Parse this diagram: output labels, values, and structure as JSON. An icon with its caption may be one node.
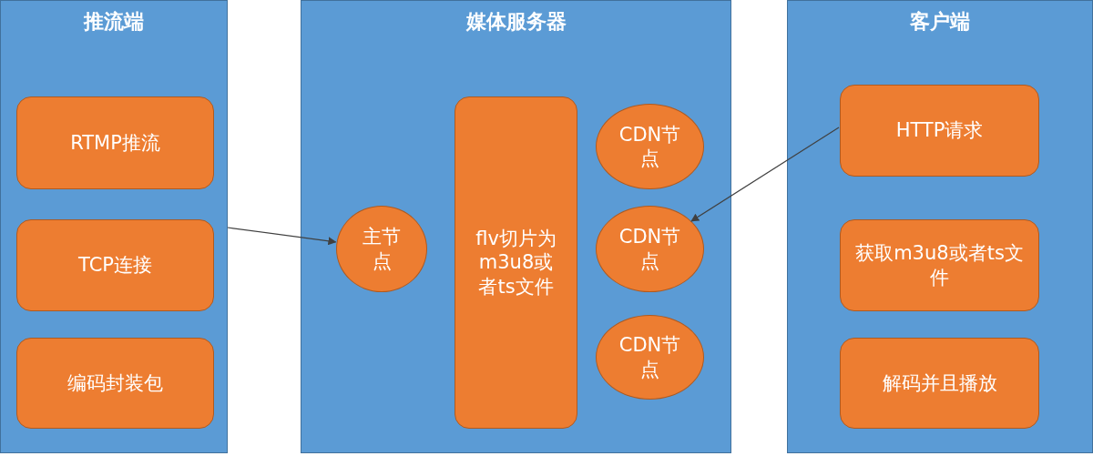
{
  "diagram": {
    "nodes": [
      {
        "text": [
          "推流端"
        ]
      },
      {
        "text": [
          "RTMP推流"
        ],
        "in": 0
      },
      {
        "text": [
          "TCP连接"
        ],
        "in": 0
      },
      {
        "text": [
          "编码封装包"
        ],
        "in": 0
      },
      {
        "text": [
          "媒体服务器"
        ]
      },
      {
        "text": [
          "主节点"
        ],
        "in": 4
      },
      {
        "text": [
          "flv切片为m3u8或者ts文件"
        ],
        "in": 4
      },
      {
        "text": [
          "CDN节点"
        ],
        "in": 4
      },
      {
        "text": [
          "CDN节点"
        ],
        "in": 4
      },
      {
        "text": [
          "CDN节点"
        ],
        "in": 4
      },
      {
        "text": [
          "客户端"
        ]
      },
      {
        "text": [
          "HTTP请求"
        ],
        "in": 10
      },
      {
        "text": [
          "获取m3u8或者ts文件"
        ],
        "in": 10
      },
      {
        "text": [
          "解码并且播放"
        ],
        "in": 10
      }
    ],
    "edges": [
      {
        "from": 0,
        "to": 5,
        "arrow": "to"
      },
      {
        "from": 11,
        "to": 8,
        "arrow": "to"
      }
    ]
  }
}
